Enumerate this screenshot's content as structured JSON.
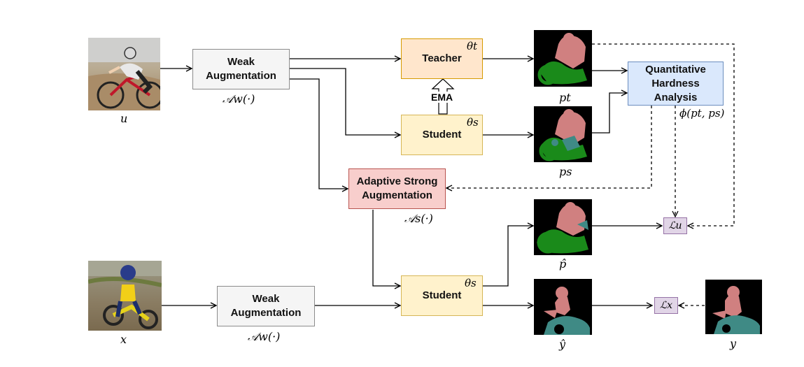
{
  "colors": {
    "weak_fill": "#f5f5f5",
    "teacher_fill": "#ffe6cc",
    "student_fill": "#fff2cc",
    "strong_fill": "#f8cecc",
    "hardness_fill": "#dae8fc",
    "loss_fill": "#e1d5e7",
    "mask_person": "#d08080",
    "mask_bike_green": "#1a8a1a",
    "mask_bike_teal": "#3f8a85"
  },
  "boxes": {
    "weak_top": "Weak Augmentation",
    "weak_bottom": "Weak Augmentation",
    "teacher": "Teacher",
    "student_top": "Student",
    "student_bottom": "Student",
    "adaptive_strong": "Adaptive Strong Augmentation",
    "hardness": "Quantitative Hardness Analysis",
    "ema": "EMA"
  },
  "labels": {
    "u": "u",
    "x": "x",
    "aw_top": "𝒜w(·)",
    "aw_bottom": "𝒜w(·)",
    "as": "𝒜s(·)",
    "theta_t": "θt",
    "theta_s_top": "θs",
    "theta_s_bottom": "θs",
    "pt": "pt",
    "ps": "ps",
    "p_hat": "p̂",
    "y_hat": "ŷ",
    "y": "y",
    "phi": "ϕ(pt, ps)",
    "loss_u": "ℒu",
    "loss_x": "ℒx"
  }
}
